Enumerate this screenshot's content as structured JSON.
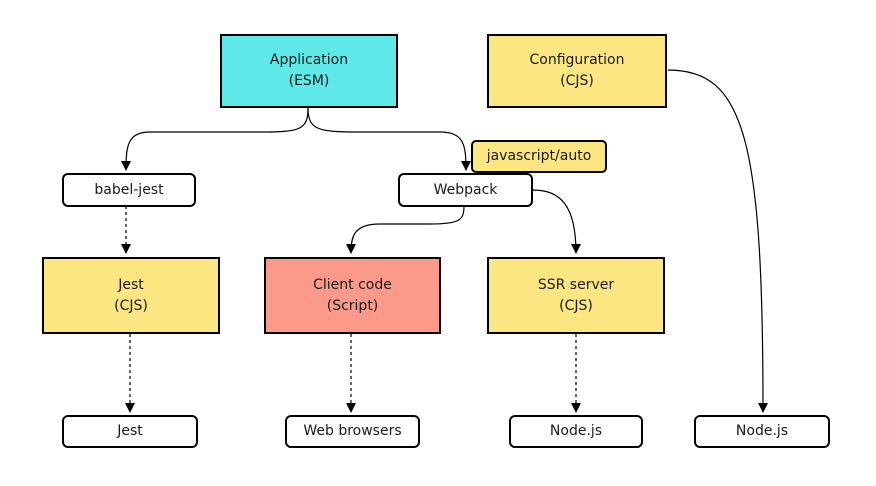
{
  "nodes": {
    "application": {
      "title": "Application",
      "sub": "(ESM)"
    },
    "configuration": {
      "title": "Configuration",
      "sub": "(CJS)"
    },
    "babel_jest": {
      "label": "babel-jest"
    },
    "webpack": {
      "label": "Webpack"
    },
    "tag": {
      "label": "javascript/auto"
    },
    "jest_runner": {
      "title": "Jest",
      "sub": "(CJS)"
    },
    "client_code": {
      "title": "Client code",
      "sub": "(Script)"
    },
    "ssr_server": {
      "title": "SSR server",
      "sub": "(CJS)"
    },
    "jest_target": {
      "label": "Jest"
    },
    "web_browsers": {
      "label": "Web browsers"
    },
    "node_ssr": {
      "label": "Node.js"
    },
    "node_config": {
      "label": "Node.js"
    }
  },
  "colors": {
    "esm": "#5ee8e8",
    "cjs": "#fbe682",
    "script": "#fb9a8a"
  }
}
